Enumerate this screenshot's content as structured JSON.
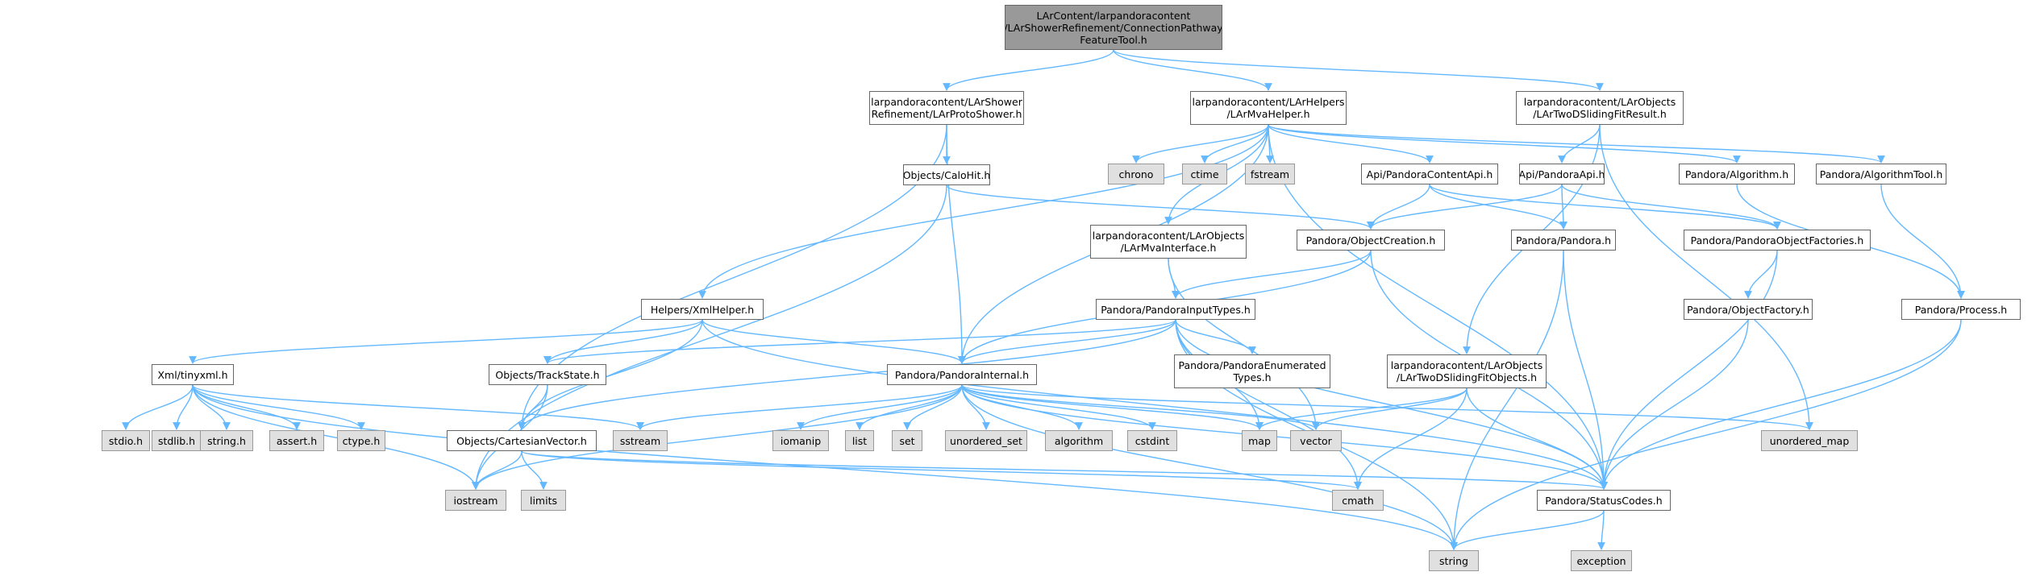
{
  "graph": {
    "nodes": [
      {
        "id": "root",
        "kind": "root",
        "label": "LArContent/larpandoracontent\n/LArShowerRefinement/ConnectionPathway\nFeatureTool.h"
      },
      {
        "id": "protoshower",
        "kind": "file",
        "label": "larpandoracontent/LArShower\nRefinement/LArProtoShower.h"
      },
      {
        "id": "mvahelper",
        "kind": "file",
        "label": "larpandoracontent/LArHelpers\n/LArMvaHelper.h"
      },
      {
        "id": "twodslidingfitresult",
        "kind": "file",
        "label": "larpandoracontent/LArObjects\n/LArTwoDSlidingFitResult.h"
      },
      {
        "id": "calohit",
        "kind": "file",
        "label": "Objects/CaloHit.h"
      },
      {
        "id": "chrono",
        "kind": "system",
        "label": "chrono"
      },
      {
        "id": "ctime",
        "kind": "system",
        "label": "ctime"
      },
      {
        "id": "fstream",
        "kind": "system",
        "label": "fstream"
      },
      {
        "id": "pandoracontentapi",
        "kind": "file",
        "label": "Api/PandoraContentApi.h"
      },
      {
        "id": "pandoraapi",
        "kind": "file",
        "label": "Api/PandoraApi.h"
      },
      {
        "id": "algorithm_h",
        "kind": "file",
        "label": "Pandora/Algorithm.h"
      },
      {
        "id": "algorithmtool",
        "kind": "file",
        "label": "Pandora/AlgorithmTool.h"
      },
      {
        "id": "mvainterface",
        "kind": "file",
        "label": "larpandoracontent/LArObjects\n/LArMvaInterface.h"
      },
      {
        "id": "objectcreation",
        "kind": "file",
        "label": "Pandora/ObjectCreation.h"
      },
      {
        "id": "pandora_h",
        "kind": "file",
        "label": "Pandora/Pandora.h"
      },
      {
        "id": "objectfactories",
        "kind": "file",
        "label": "Pandora/PandoraObjectFactories.h"
      },
      {
        "id": "xmlhelper",
        "kind": "file",
        "label": "Helpers/XmlHelper.h"
      },
      {
        "id": "inputtypes",
        "kind": "file",
        "label": "Pandora/PandoraInputTypes.h"
      },
      {
        "id": "objectfactory",
        "kind": "file",
        "label": "Pandora/ObjectFactory.h"
      },
      {
        "id": "process",
        "kind": "file",
        "label": "Pandora/Process.h"
      },
      {
        "id": "enumtypes",
        "kind": "file",
        "label": "Pandora/PandoraEnumerated\nTypes.h"
      },
      {
        "id": "tinyxml",
        "kind": "file",
        "label": "Xml/tinyxml.h"
      },
      {
        "id": "trackstate",
        "kind": "file",
        "label": "Objects/TrackState.h"
      },
      {
        "id": "pandorainternal",
        "kind": "file",
        "label": "Pandora/PandoraInternal.h"
      },
      {
        "id": "twodslidingfitobjects",
        "kind": "file",
        "label": "larpandoracontent/LArObjects\n/LArTwoDSlidingFitObjects.h"
      },
      {
        "id": "stdio",
        "kind": "system",
        "label": "stdio.h"
      },
      {
        "id": "stdlib",
        "kind": "system",
        "label": "stdlib.h"
      },
      {
        "id": "string_h",
        "kind": "system",
        "label": "string.h"
      },
      {
        "id": "assert",
        "kind": "system",
        "label": "assert.h"
      },
      {
        "id": "ctype",
        "kind": "system",
        "label": "ctype.h"
      },
      {
        "id": "cartesianvector",
        "kind": "file",
        "label": "Objects/CartesianVector.h"
      },
      {
        "id": "sstream",
        "kind": "system",
        "label": "sstream"
      },
      {
        "id": "iomanip",
        "kind": "system",
        "label": "iomanip"
      },
      {
        "id": "list",
        "kind": "system",
        "label": "list"
      },
      {
        "id": "set",
        "kind": "system",
        "label": "set"
      },
      {
        "id": "unordered_set",
        "kind": "system",
        "label": "unordered_set"
      },
      {
        "id": "algorithm",
        "kind": "system",
        "label": "algorithm"
      },
      {
        "id": "cstdint",
        "kind": "system",
        "label": "cstdint"
      },
      {
        "id": "map",
        "kind": "system",
        "label": "map"
      },
      {
        "id": "vector",
        "kind": "system",
        "label": "vector"
      },
      {
        "id": "unordered_map",
        "kind": "system",
        "label": "unordered_map"
      },
      {
        "id": "iostream",
        "kind": "system",
        "label": "iostream"
      },
      {
        "id": "limits",
        "kind": "system",
        "label": "limits"
      },
      {
        "id": "cmath",
        "kind": "system",
        "label": "cmath"
      },
      {
        "id": "statuscodes",
        "kind": "file",
        "label": "Pandora/StatusCodes.h"
      },
      {
        "id": "string",
        "kind": "system",
        "label": "string"
      },
      {
        "id": "exception",
        "kind": "system",
        "label": "exception"
      }
    ],
    "edges": [
      [
        "root",
        "protoshower"
      ],
      [
        "root",
        "mvahelper"
      ],
      [
        "root",
        "twodslidingfitresult"
      ],
      [
        "protoshower",
        "calohit"
      ],
      [
        "protoshower",
        "cartesianvector"
      ],
      [
        "protoshower",
        "pandorainternal"
      ],
      [
        "calohit",
        "objectcreation"
      ],
      [
        "calohit",
        "iostream"
      ],
      [
        "mvahelper",
        "chrono"
      ],
      [
        "mvahelper",
        "ctime"
      ],
      [
        "mvahelper",
        "fstream"
      ],
      [
        "mvahelper",
        "pandoracontentapi"
      ],
      [
        "mvahelper",
        "algorithm_h"
      ],
      [
        "mvahelper",
        "algorithmtool"
      ],
      [
        "mvahelper",
        "mvainterface"
      ],
      [
        "mvahelper",
        "xmlhelper"
      ],
      [
        "mvahelper",
        "pandorainternal"
      ],
      [
        "mvahelper",
        "statuscodes"
      ],
      [
        "twodslidingfitresult",
        "pandoraapi"
      ],
      [
        "twodslidingfitresult",
        "twodslidingfitobjects"
      ],
      [
        "twodslidingfitresult",
        "unordered_map"
      ],
      [
        "pandoracontentapi",
        "objectcreation"
      ],
      [
        "pandoracontentapi",
        "pandora_h"
      ],
      [
        "pandoracontentapi",
        "objectfactories"
      ],
      [
        "pandoraapi",
        "objectcreation"
      ],
      [
        "pandoraapi",
        "pandora_h"
      ],
      [
        "pandoraapi",
        "objectfactories"
      ],
      [
        "algorithm_h",
        "process"
      ],
      [
        "algorithmtool",
        "process"
      ],
      [
        "mvainterface",
        "inputtypes"
      ],
      [
        "mvainterface",
        "vector"
      ],
      [
        "objectcreation",
        "inputtypes"
      ],
      [
        "objectcreation",
        "pandorainternal"
      ],
      [
        "objectcreation",
        "statuscodes"
      ],
      [
        "pandora_h",
        "statuscodes"
      ],
      [
        "pandora_h",
        "string"
      ],
      [
        "objectfactories",
        "objectfactory"
      ],
      [
        "objectfactories",
        "statuscodes"
      ],
      [
        "objectfactory",
        "statuscodes"
      ],
      [
        "process",
        "statuscodes"
      ],
      [
        "process",
        "string"
      ],
      [
        "xmlhelper",
        "tinyxml"
      ],
      [
        "xmlhelper",
        "trackstate"
      ],
      [
        "xmlhelper",
        "cartesianvector"
      ],
      [
        "xmlhelper",
        "pandorainternal"
      ],
      [
        "xmlhelper",
        "statuscodes"
      ],
      [
        "inputtypes",
        "trackstate"
      ],
      [
        "inputtypes",
        "cartesianvector"
      ],
      [
        "inputtypes",
        "pandorainternal"
      ],
      [
        "inputtypes",
        "enumtypes"
      ],
      [
        "inputtypes",
        "statuscodes"
      ],
      [
        "inputtypes",
        "map"
      ],
      [
        "inputtypes",
        "cmath"
      ],
      [
        "inputtypes",
        "string"
      ],
      [
        "tinyxml",
        "stdio"
      ],
      [
        "tinyxml",
        "stdlib"
      ],
      [
        "tinyxml",
        "string_h"
      ],
      [
        "tinyxml",
        "assert"
      ],
      [
        "tinyxml",
        "ctype"
      ],
      [
        "tinyxml",
        "iostream"
      ],
      [
        "tinyxml",
        "sstream"
      ],
      [
        "tinyxml",
        "string"
      ],
      [
        "trackstate",
        "cartesianvector"
      ],
      [
        "trackstate",
        "iostream"
      ],
      [
        "pandorainternal",
        "sstream"
      ],
      [
        "pandorainternal",
        "iomanip"
      ],
      [
        "pandorainternal",
        "list"
      ],
      [
        "pandorainternal",
        "set"
      ],
      [
        "pandorainternal",
        "unordered_set"
      ],
      [
        "pandorainternal",
        "algorithm"
      ],
      [
        "pandorainternal",
        "cstdint"
      ],
      [
        "pandorainternal",
        "map"
      ],
      [
        "pandorainternal",
        "vector"
      ],
      [
        "pandorainternal",
        "unordered_map"
      ],
      [
        "pandorainternal",
        "iostream"
      ],
      [
        "pandorainternal",
        "string"
      ],
      [
        "pandorainternal",
        "statuscodes"
      ],
      [
        "twodslidingfitobjects",
        "map"
      ],
      [
        "twodslidingfitobjects",
        "vector"
      ],
      [
        "twodslidingfitobjects",
        "cmath"
      ],
      [
        "twodslidingfitobjects",
        "statuscodes"
      ],
      [
        "cartesianvector",
        "iostream"
      ],
      [
        "cartesianvector",
        "limits"
      ],
      [
        "cartesianvector",
        "cmath"
      ],
      [
        "cartesianvector",
        "statuscodes"
      ],
      [
        "statuscodes",
        "string"
      ],
      [
        "statuscodes",
        "exception"
      ]
    ]
  }
}
